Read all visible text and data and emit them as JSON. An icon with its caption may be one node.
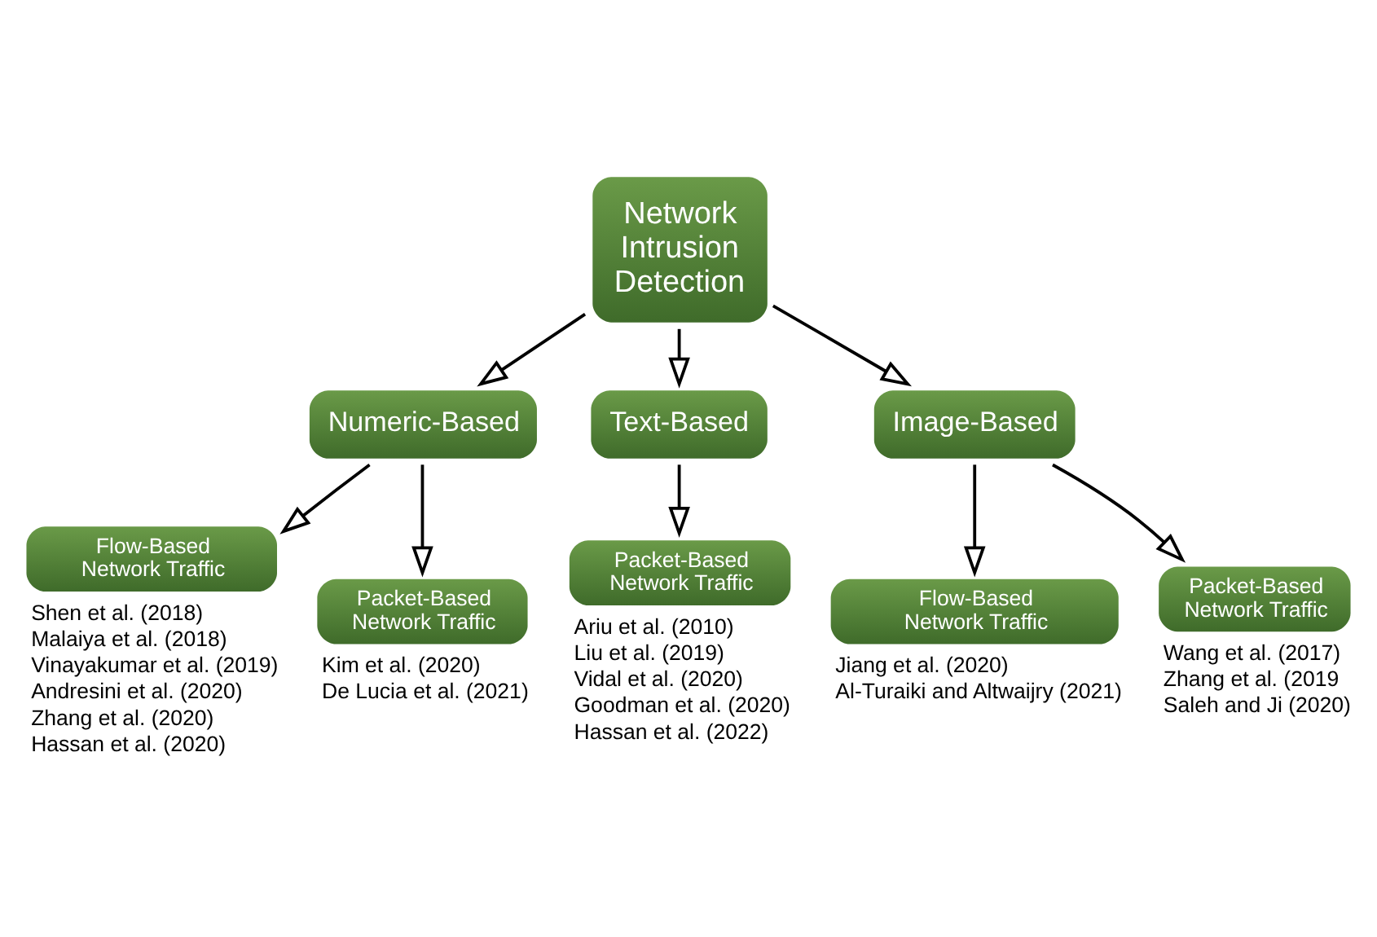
{
  "diagram": {
    "nodes": [
      {
        "text": [
          "Network Intrusion Detection"
        ]
      },
      {
        "text": [
          "Numeric-Based"
        ]
      },
      {
        "text": [
          "Text-Based"
        ]
      },
      {
        "text": [
          "Image-Based"
        ]
      },
      {
        "text": [
          "Flow-Based Network Traffic"
        ],
        "beside": [
          "Shen et al. (2018)",
          "Malaiya et al. (2018)",
          "Vinayakumar et al. (2019)",
          "Andresini et al. (2020)",
          "Zhang et al. (2020)",
          "Hassan et al. (2020)"
        ]
      },
      {
        "text": [
          "Packet-Based Network Traffic"
        ],
        "beside": [
          "Kim et al. (2020)",
          "De Lucia et al. (2021)"
        ]
      },
      {
        "text": [
          "Packet-Based Network Traffic"
        ],
        "beside": [
          "Ariu et al. (2010)",
          "Liu et al. (2019)",
          "Vidal et al. (2020)",
          "Goodman et al. (2020)",
          "Hassan et al. (2022)"
        ]
      },
      {
        "text": [
          "Flow-Based Network Traffic"
        ],
        "beside": [
          "Jiang et al. (2020)",
          "Al-Turaiki and Altwaijry (2021)"
        ]
      },
      {
        "text": [
          "Packet-Based Network Traffic"
        ],
        "beside": [
          "Wang et al. (2017)",
          "Zhang et al. (2019",
          "Saleh and Ji (2020)"
        ]
      }
    ],
    "edges": [
      {
        "from": 0,
        "to": 1,
        "arrow": "to"
      },
      {
        "from": 0,
        "to": 2,
        "arrow": "to"
      },
      {
        "from": 0,
        "to": 3,
        "arrow": "to"
      },
      {
        "from": 1,
        "to": 4,
        "arrow": "to"
      },
      {
        "from": 1,
        "to": 5,
        "arrow": "to"
      },
      {
        "from": 2,
        "to": 6,
        "arrow": "to"
      },
      {
        "from": 3,
        "to": 7,
        "arrow": "to"
      },
      {
        "from": 3,
        "to": 8,
        "arrow": "to"
      }
    ]
  }
}
